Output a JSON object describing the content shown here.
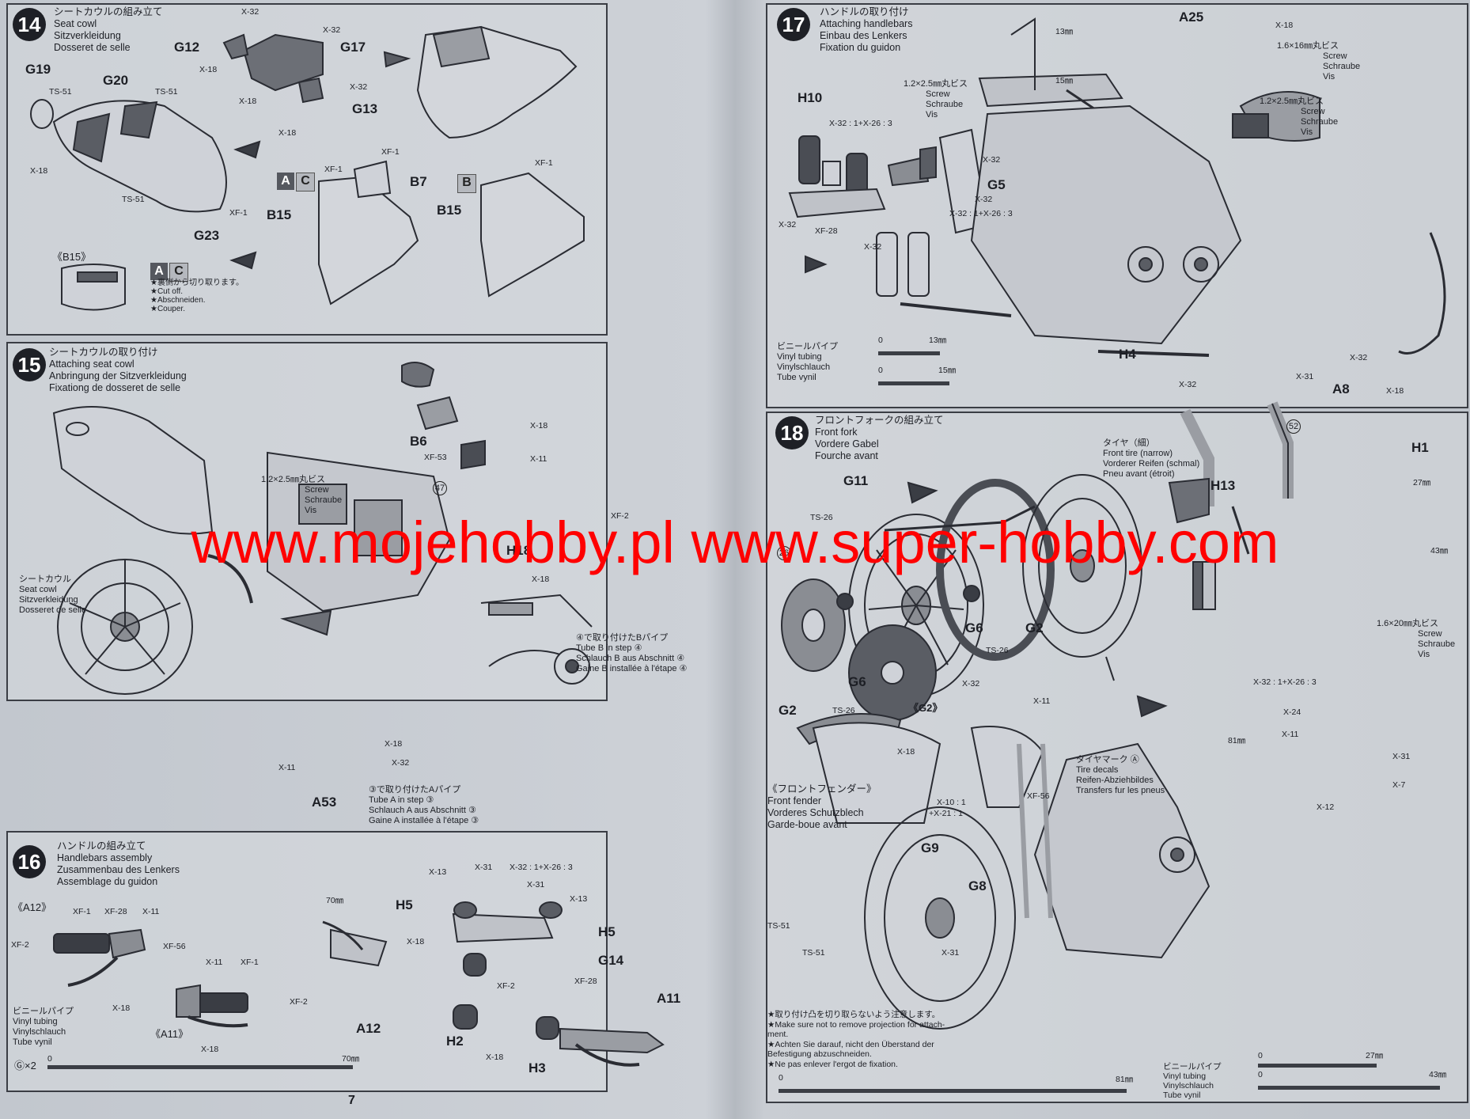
{
  "page_number": "7",
  "watermark": "www.mojehobby.pl www.super-hobby.com",
  "step14": {
    "number": "14",
    "titles": [
      "シートカウルの組み立て",
      "Seat cowl",
      "Sitzverkleidung",
      "Dosseret de selle"
    ],
    "parts": [
      "G12",
      "G17",
      "G13",
      "G19",
      "G20",
      "G23",
      "B7",
      "B15",
      "B15"
    ],
    "paints": [
      "X-32",
      "X-32",
      "X-18",
      "X-18",
      "X-32",
      "X-18",
      "TS-51",
      "TS-51",
      "TS-51",
      "XF-1",
      "X-18",
      "XF-1",
      "XF-1",
      "XF-1"
    ],
    "variant_ac": [
      "A",
      "C"
    ],
    "variant_b": "B",
    "detail_label": "《B15》",
    "cut_notes": [
      "★裏側から切り取ります。",
      "★Cut off.",
      "★Abschneiden.",
      "★Couper."
    ]
  },
  "step15": {
    "number": "15",
    "titles": [
      "シートカウルの取り付け",
      "Attaching seat cowl",
      "Anbringung der Sitzverkleidung",
      "Fixationg de dosseret de selle"
    ],
    "screw": [
      "1.2×2.5㎜丸ビス",
      "Screw",
      "Schraube",
      "Vis"
    ],
    "seat_cowl": [
      "シートカウル",
      "Seat cowl",
      "Sitzverkleidung",
      "Dosseret de selle"
    ],
    "parts": [
      "B6",
      "H18",
      "A53"
    ],
    "paints": [
      "X-18",
      "XF-53",
      "X-11",
      "XF-2",
      "X-18",
      "X-18",
      "X-32",
      "X-11"
    ],
    "ref": "47",
    "tube_b": [
      "④で取り付けたBパイプ",
      "Tube B in step ④",
      "Schlauch B aus Abschnitt ④",
      "Gaine B installée à l'étape ④"
    ],
    "tube_a": [
      "③で取り付けたAパイプ",
      "Tube A in step ③",
      "Schlauch A aus Abschnitt ③",
      "Gaine A installée à l'étape ③"
    ]
  },
  "step16": {
    "number": "16",
    "titles": [
      "ハンドルの組み立て",
      "Handlebars assembly",
      "Zusammenbau des Lenkers",
      "Assemblage du guidon"
    ],
    "a12_label": "《A12》",
    "a11_label": "《A11》",
    "parts": [
      "H5",
      "H5",
      "G14",
      "A12",
      "H2",
      "H3",
      "A11"
    ],
    "paints": [
      "XF-1",
      "XF-28",
      "X-11",
      "XF-2",
      "XF-56",
      "X-18",
      "X-11",
      "XF-1",
      "XF-2",
      "X-18",
      "X-13",
      "X-31",
      "X-32 : 1+X-26 : 3",
      "X-31",
      "X-13",
      "X-18",
      "XF-2",
      "XF-28",
      "X-18"
    ],
    "tube_g": "70㎜",
    "vinyl": [
      "ビニールパイプ",
      "Vinyl tubing",
      "Vinylschlauch",
      "Tube vynil"
    ],
    "scale_left": "Ⓖ×2",
    "scale_zero": "0",
    "scale_end": "70㎜"
  },
  "step17": {
    "number": "17",
    "titles": [
      "ハンドルの取り付け",
      "Attaching handlebars",
      "Einbau des Lenkers",
      "Fixation du guidon"
    ],
    "parts": [
      "A25",
      "H10",
      "G5",
      "H4",
      "A8"
    ],
    "paints": [
      "X-18",
      "X-32 : 1+X-26 : 3",
      "X-32",
      "X-32",
      "XF-28",
      "X-32",
      "X-32",
      "X-32 : 1+X-26 : 3",
      "X-31",
      "X-32",
      "X-32",
      "X-18"
    ],
    "screw1": [
      "1.6×16㎜丸ビス",
      "Screw",
      "Schraube",
      "Vis"
    ],
    "screw2": [
      "1.2×2.5㎜丸ビス",
      "Screw",
      "Schraube",
      "Vis"
    ],
    "screw3": [
      "1.2×2.5㎜丸ビス",
      "Screw",
      "Schraube",
      "Vis"
    ],
    "tube_h": "13㎜",
    "tube_i": "15㎜",
    "vinyl": [
      "ビニールパイプ",
      "Vinyl tubing",
      "Vinylschlauch",
      "Tube vynil"
    ],
    "scale_zero": "0",
    "scale_h": "13㎜",
    "scale_i": "15㎜"
  },
  "step18": {
    "number": "18",
    "titles": [
      "フロントフォークの組み立て",
      "Front fork",
      "Vordere Gabel",
      "Fourche avant"
    ],
    "tire": [
      "タイヤ（細）",
      "Front tire (narrow)",
      "Vorderer Reifen (schmal)",
      "Pneu avant (étroit)"
    ],
    "parts": [
      "G11",
      "H13",
      "H1",
      "G6",
      "G2",
      "G6",
      "G2",
      "G9",
      "G8"
    ],
    "paints": [
      "TS-26",
      "TS-26",
      "X-32",
      "TS-26",
      "X-11",
      "X-18",
      "XF-56",
      "X-10 : 1",
      "+X-21 : 1",
      "X-32 : 1+X-26 : 3",
      "X-24",
      "X-11",
      "X-31",
      "X-7",
      "X-12",
      "TS-51",
      "TS-51",
      "X-31"
    ],
    "refs": [
      "52",
      "26"
    ],
    "tube_j": "27㎜",
    "tube_k": "43㎜",
    "tube_l": "81㎜",
    "g2_label": "《G2》",
    "screw": [
      "1.6×20㎜丸ビス",
      "Screw",
      "Schraube",
      "Vis"
    ],
    "tire_mark": [
      "タイヤマーク Ⓐ",
      "Tire decals",
      "Reifen-Abziehbildes",
      "Transfers fur les pneus"
    ],
    "fender": [
      "《フロントフェンダー》",
      "Front fender",
      "Vorderes Schutzblech",
      "Garde-boue avant"
    ],
    "warning": [
      "★取り付け凸を切り取らないよう注意します。",
      "★Make sure not to remove projection for attach-",
      "ment.",
      "★Achten Sie darauf, nicht den Überstand der",
      "Befestigung abzuschneiden.",
      "★Ne pas enlever l'ergot de fixation."
    ],
    "vinyl": [
      "ビニールパイプ",
      "Vinyl tubing",
      "Vinylschlauch",
      "Tube vynil"
    ],
    "scale_zero": "0",
    "scale_l": "81㎜",
    "scale_j": "27㎜",
    "scale_k": "43㎜"
  }
}
